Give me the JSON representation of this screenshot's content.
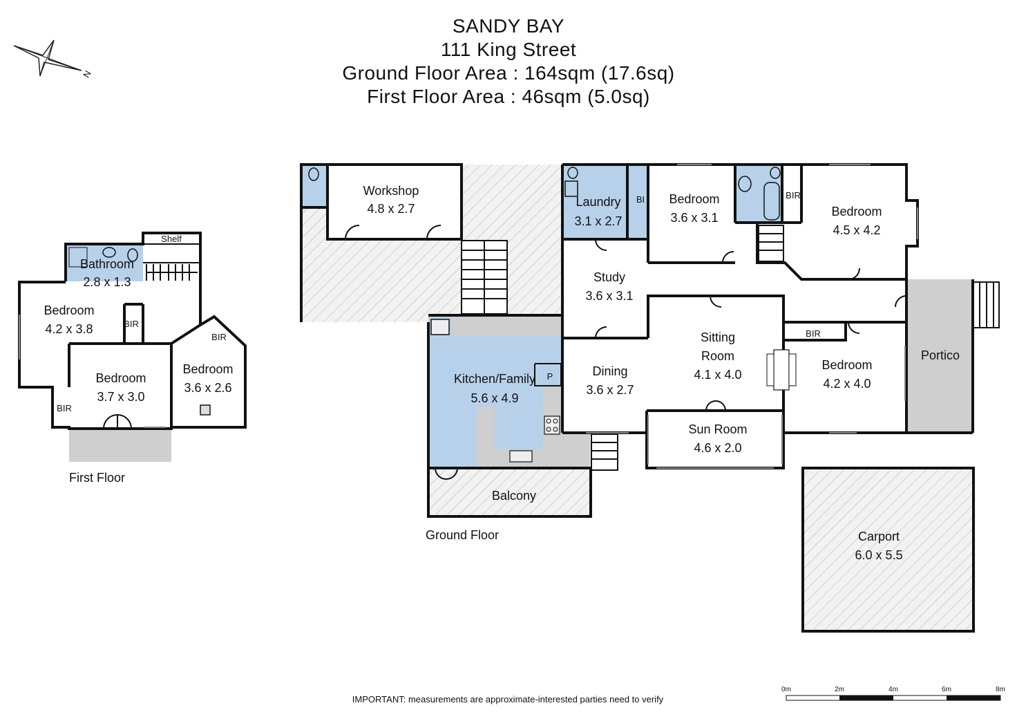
{
  "header": {
    "suburb": "SANDY BAY",
    "address": "111 King Street",
    "ground_area": "Ground Floor Area : 164sqm (17.6sq)",
    "first_area": "First Floor Area : 46sqm (5.0sq)"
  },
  "compass": {
    "north_letter": "N"
  },
  "first_floor": {
    "caption": "First Floor",
    "rooms": {
      "shelf": "Shelf",
      "bathroom_name": "Bathroom",
      "bathroom_size": "2.8 x 1.3",
      "bed_w_name": "Bedroom",
      "bed_w_size": "4.2 x 3.8",
      "bir_1": "BIR",
      "bed_c_name": "Bedroom",
      "bed_c_size": "3.7 x 3.0",
      "bir_2": "BIR",
      "bed_e_name": "Bedroom",
      "bed_e_size": "3.6 x 2.6",
      "bir_3": "BIR"
    }
  },
  "ground_floor": {
    "caption": "Ground Floor",
    "rooms": {
      "workshop_name": "Workshop",
      "workshop_size": "4.8 x 2.7",
      "laundry_name": "Laundry",
      "laundry_size": "3.1 x 2.7",
      "bi": "BI",
      "bed1_name": "Bedroom",
      "bed1_size": "3.6 x 3.1",
      "bir_a": "BIR",
      "bed2_name": "Bedroom",
      "bed2_size": "4.5 x 4.2",
      "study_name": "Study",
      "study_size": "3.6 x 3.1",
      "kitchen_name": "Kitchen/Family",
      "kitchen_size": "5.6 x 4.9",
      "pantry": "P",
      "dining_name": "Dining",
      "dining_size": "3.6 x 2.7",
      "sitting_name_1": "Sitting",
      "sitting_name_2": "Room",
      "sitting_size": "4.1 x 4.0",
      "bir_b": "BIR",
      "bed3_name": "Bedroom",
      "bed3_size": "4.2 x 4.0",
      "portico": "Portico",
      "sunroom_name": "Sun Room",
      "sunroom_size": "4.6 x 2.0",
      "balcony": "Balcony",
      "carport_name": "Carport",
      "carport_size": "6.0 x 5.5"
    }
  },
  "scale_bar": {
    "ticks": [
      "0m",
      "2m",
      "4m",
      "6m",
      "8m"
    ]
  },
  "footer": {
    "important_label": "IMPORTANT:",
    "note": " measurements are approximate-interested parties need to verify"
  }
}
